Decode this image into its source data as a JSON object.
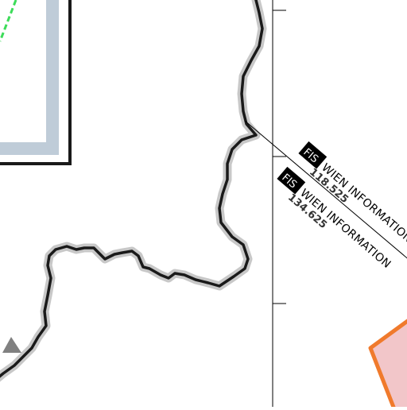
{
  "map": {
    "colors": {
      "background": "#ffffff",
      "border_line": "#1a1a1a",
      "border_halo": "#c8c8c8",
      "frame_fill": "#bfccd8",
      "frame_border": "#1a1a1a",
      "dashed_line": "#3ddc5a",
      "restricted_fill": "#f2c6c9",
      "restricted_border": "#f07a2c",
      "peak_marker": "#808080",
      "fir_line": "#000000"
    },
    "fis_labels": [
      {
        "badge": "FIS",
        "name": "WIEN INFORMATION",
        "frequency": "118.525"
      },
      {
        "badge": "FIS",
        "name": "WIEN INFORMATION",
        "frequency": "134.625"
      }
    ],
    "icons": {
      "peak": "peak-triangle-icon"
    }
  }
}
